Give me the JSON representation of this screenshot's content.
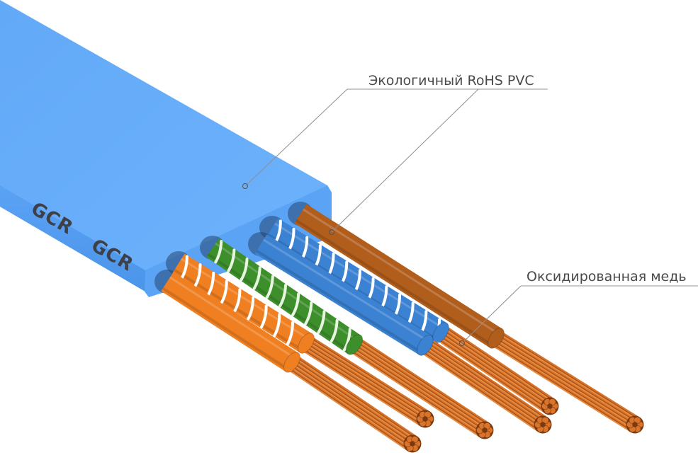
{
  "product": {
    "brand_marking": "GCR",
    "jacket_color": "#66adfa",
    "jacket_shade": "#4f9bf0",
    "jacket_front": "#5aa3f5"
  },
  "callouts": [
    {
      "label": "Экологичный RoHS PVC",
      "target": "cable-jacket"
    },
    {
      "label": "Оксидированная медь",
      "target": "copper-conductor"
    }
  ],
  "wires": [
    {
      "name": "orange",
      "color": "#f07f22",
      "stripe": null
    },
    {
      "name": "orange-white",
      "color": "#f07f22",
      "stripe": "#ffffff"
    },
    {
      "name": "green-white",
      "color": "#3d8f2c",
      "stripe": "#e8f5e0"
    },
    {
      "name": "blue",
      "color": "#3b82d2",
      "stripe": null
    },
    {
      "name": "blue-white",
      "color": "#3b82d2",
      "stripe": "#ffffff"
    },
    {
      "name": "brown",
      "color": "#b15d1c",
      "stripe": null
    }
  ],
  "copper": {
    "color": "#d9742a",
    "dark": "#7a3a10",
    "light": "#f4a55a"
  }
}
